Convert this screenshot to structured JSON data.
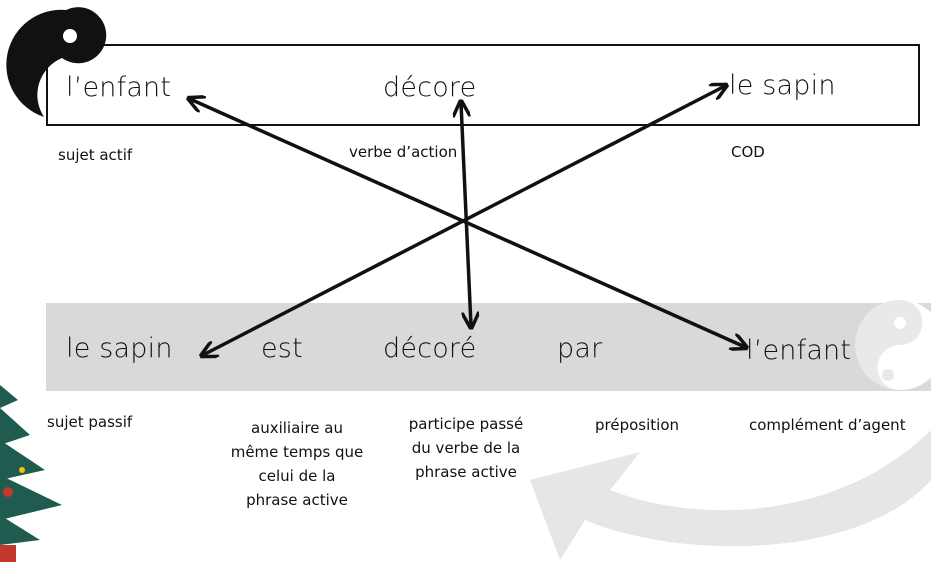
{
  "active_sentence": {
    "subject": "l’enfant",
    "verb": "décore",
    "object": "le sapin"
  },
  "active_labels": {
    "subject": "sujet actif",
    "verb": "verbe d’action",
    "object": "COD"
  },
  "passive_sentence": {
    "subject": "le sapin",
    "auxiliary": "est",
    "participle": "décoré",
    "preposition": "par",
    "agent": "l’enfant"
  },
  "passive_labels": {
    "subject": "sujet passif",
    "auxiliary_line1": "auxiliaire au",
    "auxiliary_line2": "même temps que",
    "auxiliary_line3": "celui de la",
    "auxiliary_line4": "phrase active",
    "participle_line1": "participe passé",
    "participle_line2": "du verbe de la",
    "participle_line3": "phrase active",
    "preposition": "préposition",
    "agent": "complément d’agent"
  },
  "colors": {
    "band": "#d9d9d9",
    "ink": "#111111",
    "curved_arrow": "#e6e6e6",
    "tree": "#1f5c4f"
  }
}
